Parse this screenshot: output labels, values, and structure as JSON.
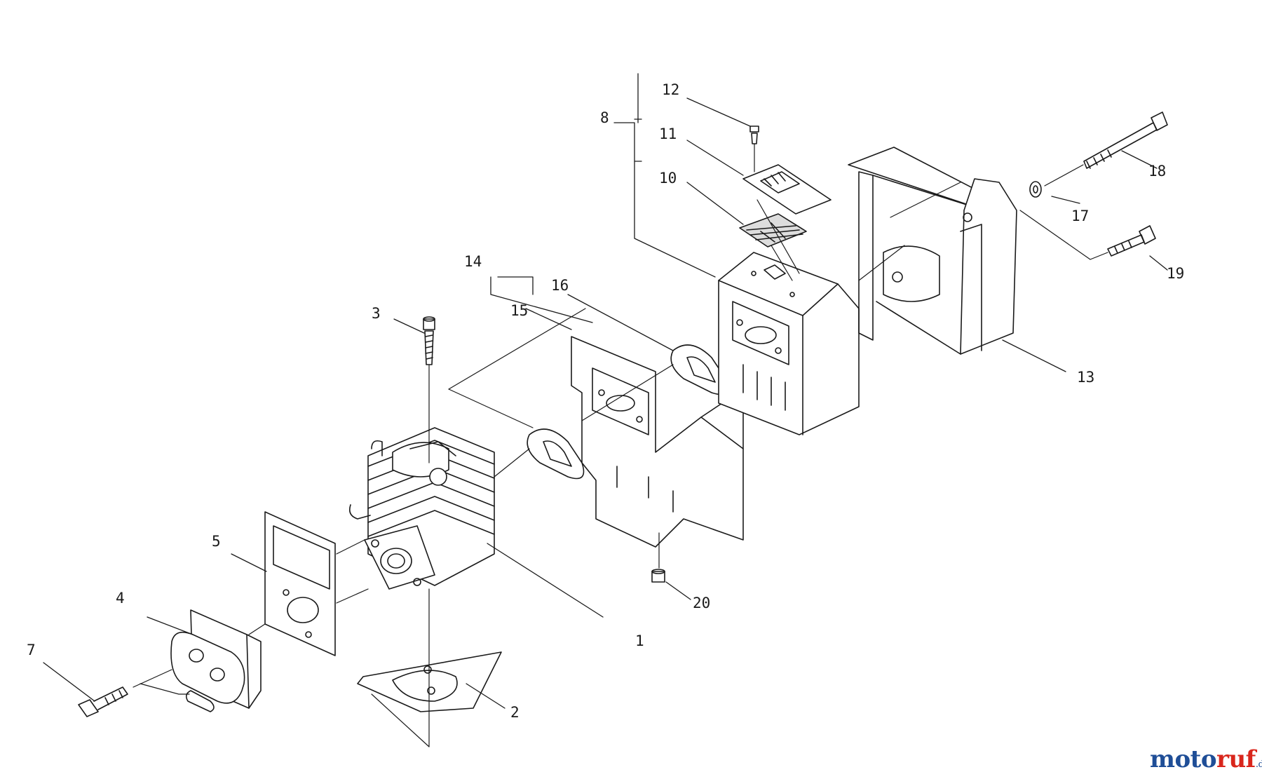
{
  "callouts": [
    {
      "id": "1",
      "label": "1"
    },
    {
      "id": "2",
      "label": "2"
    },
    {
      "id": "3",
      "label": "3"
    },
    {
      "id": "4",
      "label": "4"
    },
    {
      "id": "5",
      "label": "5"
    },
    {
      "id": "7",
      "label": "7"
    },
    {
      "id": "8",
      "label": "8"
    },
    {
      "id": "10",
      "label": "10"
    },
    {
      "id": "11",
      "label": "11"
    },
    {
      "id": "12",
      "label": "12"
    },
    {
      "id": "13",
      "label": "13"
    },
    {
      "id": "14",
      "label": "14"
    },
    {
      "id": "15",
      "label": "15"
    },
    {
      "id": "16",
      "label": "16"
    },
    {
      "id": "17",
      "label": "17"
    },
    {
      "id": "18",
      "label": "18"
    },
    {
      "id": "19",
      "label": "19"
    },
    {
      "id": "20",
      "label": "20"
    }
  ],
  "watermark": {
    "part_a": "moto",
    "part_b": "ruf",
    "tld": ".de"
  },
  "colors": {
    "line": "#1a1a1a",
    "logo_blue": "#1f4e97",
    "logo_red": "#d9261c"
  }
}
